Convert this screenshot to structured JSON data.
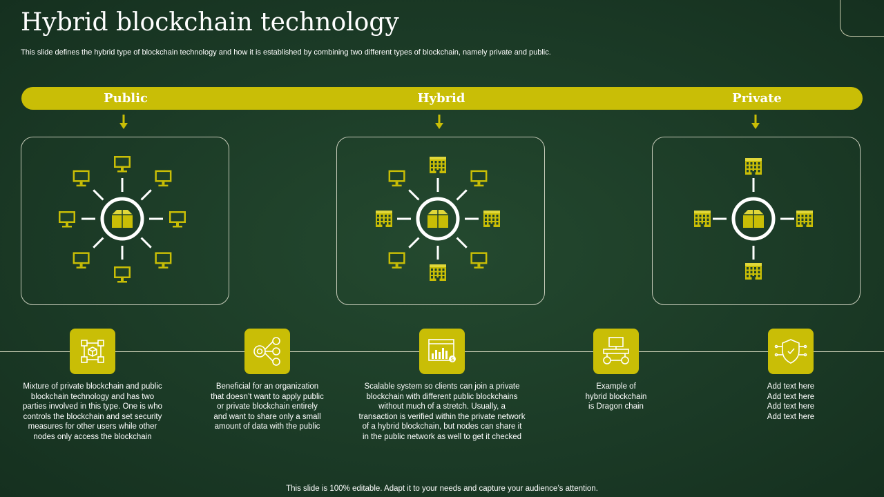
{
  "header": {
    "title": "Hybrid blockchain technology",
    "subtitle": "This slide defines the hybrid type  of blockchain technology and how it  is established by combining two different types of blockchain, namely private and public."
  },
  "banner": {
    "labels": [
      "Public",
      "Hybrid",
      "Private"
    ]
  },
  "panels": [
    {
      "name": "public",
      "icons": [
        "cube-icon",
        "monitor-icon"
      ]
    },
    {
      "name": "hybrid",
      "icons": [
        "cube-icon",
        "monitor-icon",
        "building-icon"
      ]
    },
    {
      "name": "private",
      "icons": [
        "cube-icon",
        "building-icon"
      ]
    }
  ],
  "features": [
    {
      "icon": "blockchain-network-icon",
      "text": "Mixture  of private blockchain and public\nblockchain technology and has two\nparties involved in this type.  One is who\ncontrols the blockchain and set security\nmeasures for other users while other\nnodes only access the blockchain"
    },
    {
      "icon": "user-network-icon",
      "text": "Beneficial for an organization\nthat doesn’t want to apply public\nor private blockchain entirely\nand want to share only a small\namount of data with the public"
    },
    {
      "icon": "dashboard-chart-icon",
      "text": "Scalable system so clients can join a private\nblockchain with different public blockchains\nwithout much of a stretch. Usually, a\ntransaction is verified within the private network\nof a hybrid blockchain, but nodes can share it\nin the public network as well to get it checked"
    },
    {
      "icon": "connected-devices-icon",
      "text": "Example of\nhybrid blockchain\nis Dragon chain"
    },
    {
      "icon": "security-shield-icon",
      "text": "Add text here\nAdd text here\nAdd text here\nAdd text here"
    }
  ],
  "footer": {
    "text": "This slide is 100% editable. Adapt it to your needs and capture your audience’s attention."
  },
  "colors": {
    "background": "#1b3a26",
    "accent": "#c9be06",
    "line": "#ffffff"
  }
}
